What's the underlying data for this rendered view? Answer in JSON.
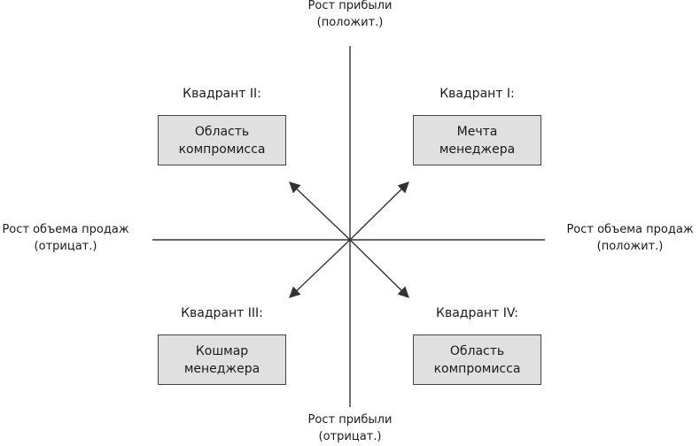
{
  "axes": {
    "top": [
      "Рост прибыли",
      "(положит.)"
    ],
    "bottom": [
      "Рост прибыли",
      "(отрицат.)"
    ],
    "left": [
      "Рост объема продаж",
      "(отрицат.)"
    ],
    "right": [
      "Рост объема продаж",
      "(положит.)"
    ]
  },
  "quadrants": {
    "q1": {
      "title": "Квадрант I:",
      "box": [
        "Мечта",
        "менеджера"
      ]
    },
    "q2": {
      "title": "Квадрант II:",
      "box": [
        "Область",
        "компромисса"
      ]
    },
    "q3": {
      "title": "Квадрант III:",
      "box": [
        "Кошмар",
        "менеджера"
      ]
    },
    "q4": {
      "title": "Квадрант IV:",
      "box": [
        "Область",
        "компромисса"
      ]
    }
  },
  "colors": {
    "box_fill": "#e0e0e0",
    "line": "#333333"
  }
}
